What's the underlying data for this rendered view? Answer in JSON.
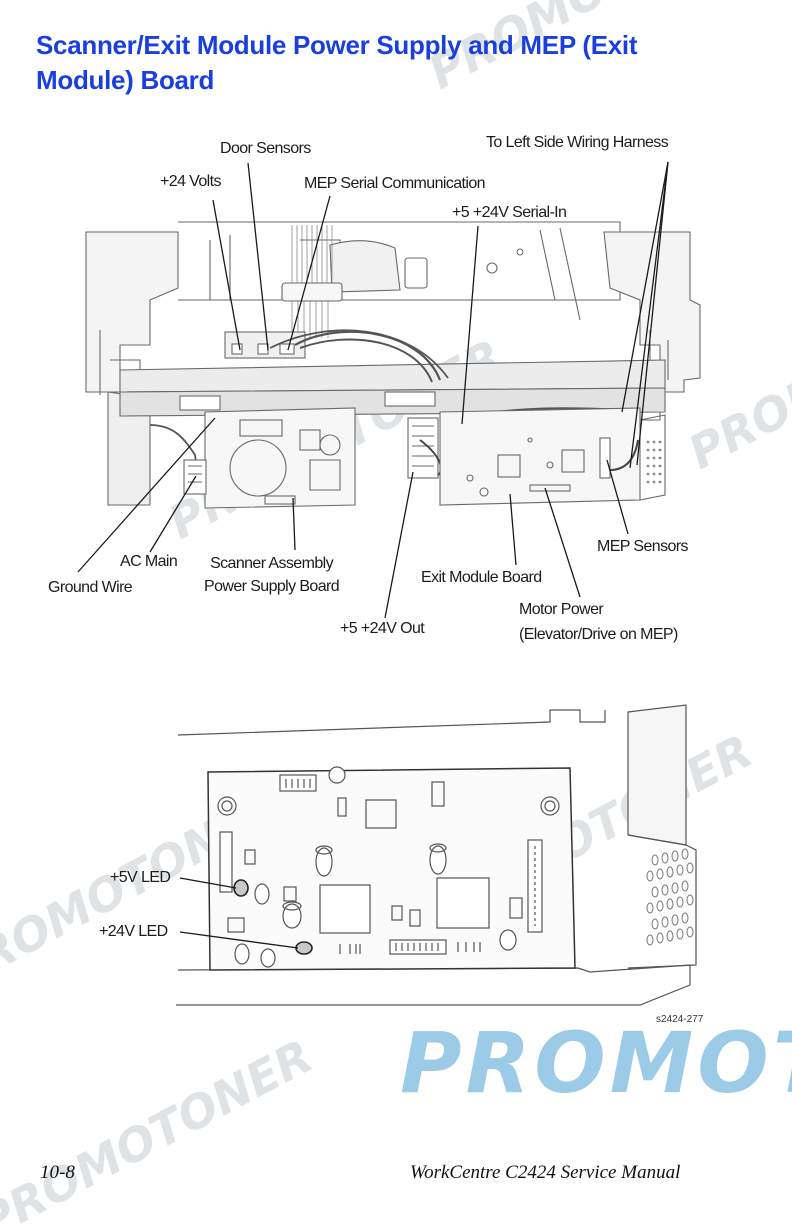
{
  "page": {
    "title": "Scanner/Exit Module Power Supply and MEP (Exit Module) Board",
    "footer_left": "10-8",
    "footer_right": "WorkCentre C2424 Service Manual"
  },
  "figure_top": {
    "callouts": {
      "door_sensors": "Door Sensors",
      "plus24_volts": "+24 Volts",
      "mep_serial": "MEP Serial Communication",
      "left_harness": "To Left Side Wiring Harness",
      "serial_in": "+5 +24V Serial-In",
      "ac_main": "AC Main",
      "ground_wire": "Ground Wire",
      "scanner_psu_line1": "Scanner Assembly",
      "scanner_psu_line2": "Power Supply Board",
      "out_5_24": "+5 +24V Out",
      "exit_board": "Exit Module Board",
      "mep_sensors": "MEP Sensors",
      "motor_power_line1": "Motor Power",
      "motor_power_line2": "(Elevator/Drive on MEP)"
    }
  },
  "figure_bottom": {
    "callouts": {
      "led_5v": "+5V LED",
      "led_24v": "+24V LED"
    },
    "figure_id": "s2424-277"
  },
  "watermark": {
    "text_large": "PROMOT",
    "text_diag": "PROMOTONER",
    "color": "#9ccbe8"
  }
}
